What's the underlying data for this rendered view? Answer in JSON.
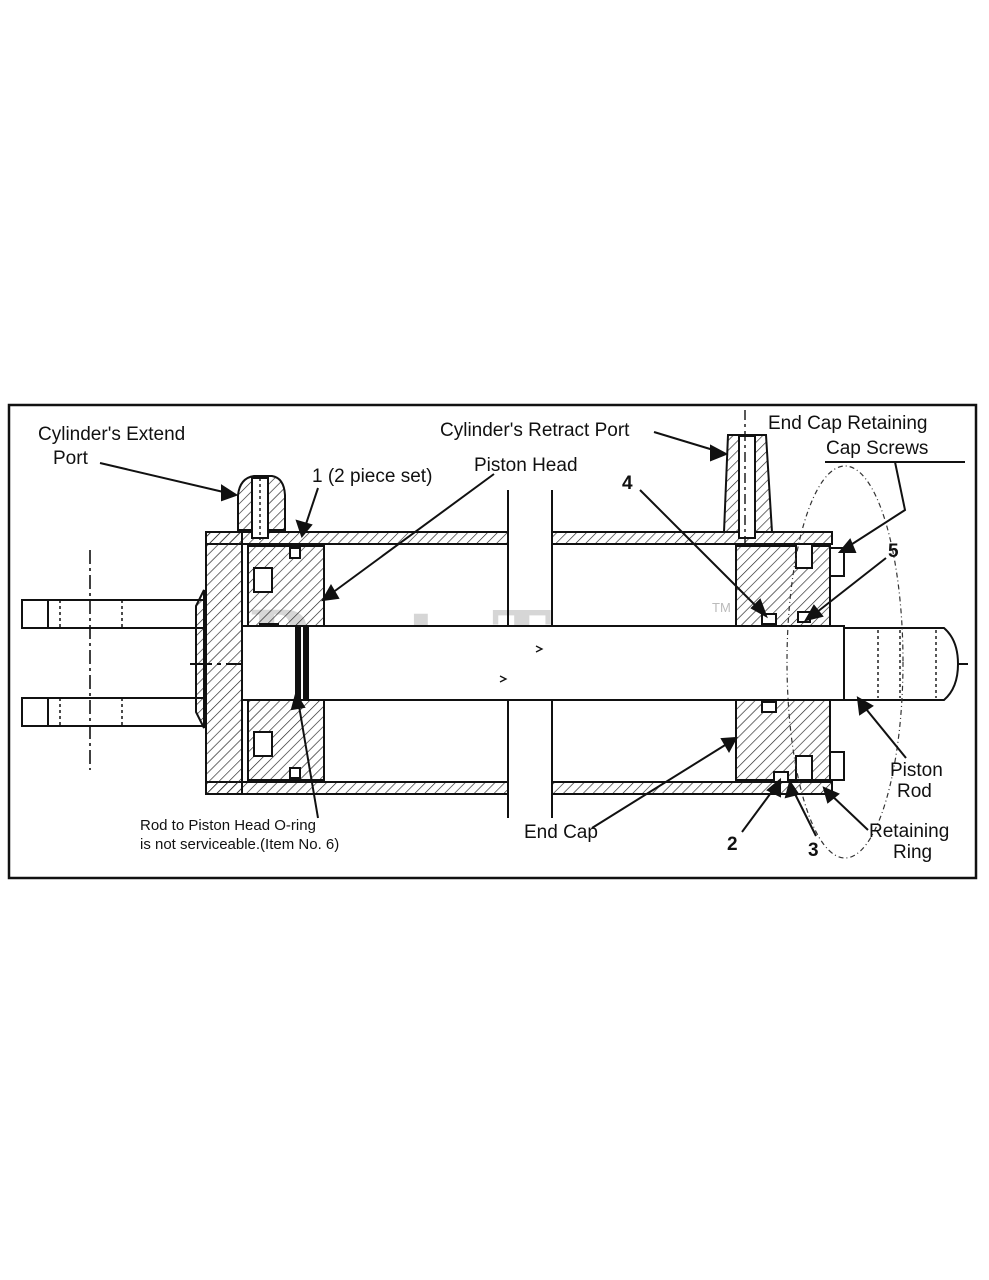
{
  "labels": {
    "extend_port_line1": "Cylinder's Extend",
    "extend_port_line2": "Port",
    "retract_port": "Cylinder's Retract Port",
    "piston_head": "Piston Head",
    "item1": "1 (2 piece set)",
    "end_cap_screws_line1": "End Cap Retaining",
    "end_cap_screws_line2": "Cap Screws",
    "item4": "4",
    "item5": "5",
    "item2": "2",
    "item3": "3",
    "piston_rod_line1": "Piston",
    "piston_rod_line2": "Rod",
    "retaining_ring_line1": "Retaining",
    "retaining_ring_line2": "Ring",
    "end_cap": "End Cap",
    "oring_note_line1": "Rod to Piston Head O-ring",
    "oring_note_line2": "is not serviceable.(Item No. 6)"
  },
  "watermark": {
    "text": "PartsTree",
    "tm": "TM"
  }
}
